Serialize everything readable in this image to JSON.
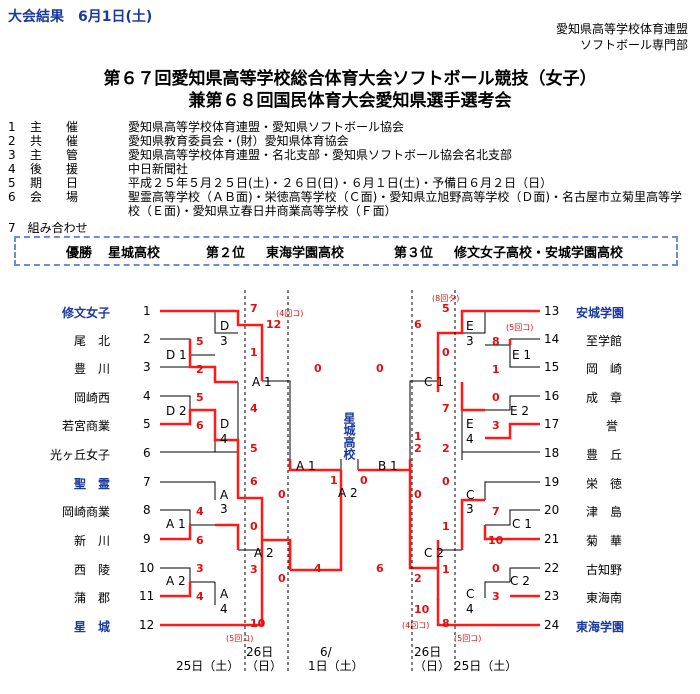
{
  "header": "大会結果　6月1日(土)",
  "organizer_lines": [
    "愛知県高等学校体育連盟",
    "ソフトボール専門部"
  ],
  "title_lines": [
    "第６７回愛知県高等学校総合体育大会ソフトボール競技（女子）",
    "兼第６８回国民体育大会愛知県選手選考会"
  ],
  "info": [
    {
      "num": "1",
      "label": "主　　催",
      "value": "愛知県高等学校体育連盟・愛知県ソフトボール協会"
    },
    {
      "num": "2",
      "label": "共　　催",
      "value": "愛知県教育委員会・(財）愛知県体育協会"
    },
    {
      "num": "3",
      "label": "主　　管",
      "value": "愛知県高等学校体育連盟・名北支部・愛知県ソフトボール協会名北支部"
    },
    {
      "num": "4",
      "label": "後　　援",
      "value": "中日新聞社"
    },
    {
      "num": "5",
      "label": "期　　日",
      "value": "平成２５年５月２５日(土)・２６日(日)・６月１日(土)・予備日６月２日（日）"
    },
    {
      "num": "6",
      "label": "会　　場",
      "value": "聖霊高等学校（ＡＢ面)・栄徳高等学校（Ｃ面)・愛知県立旭野高等学校（Ｄ面)・名古屋市立菊里高等学校（Ｅ面)・愛知県立春日井商業高等学校（Ｆ面）"
    }
  ],
  "combo_label": "7　組み合わせ",
  "result": {
    "win_label": "優勝",
    "win": "星城高校",
    "second_label": "第２位",
    "second": "東海学園高校",
    "third_label": "第３位",
    "third": "修文女子高校・安城学園高校"
  },
  "teams_left": [
    {
      "no": "1",
      "name": "修文女子",
      "highlight": true
    },
    {
      "no": "2",
      "name": "尾　北",
      "highlight": false
    },
    {
      "no": "3",
      "name": "豊　川",
      "highlight": false
    },
    {
      "no": "4",
      "name": "岡崎西",
      "highlight": false
    },
    {
      "no": "5",
      "name": "若宮商業",
      "highlight": false
    },
    {
      "no": "6",
      "name": "光ヶ丘女子",
      "highlight": false
    },
    {
      "no": "7",
      "name": "聖　霊",
      "highlight": true
    },
    {
      "no": "8",
      "name": "岡崎商業",
      "highlight": false
    },
    {
      "no": "9",
      "name": "新　川",
      "highlight": false
    },
    {
      "no": "10",
      "name": "西　陵",
      "highlight": false
    },
    {
      "no": "11",
      "name": "蒲　郡",
      "highlight": false
    },
    {
      "no": "12",
      "name": "星　城",
      "highlight": true
    }
  ],
  "teams_right": [
    {
      "no": "13",
      "name": "安城学園",
      "highlight": true
    },
    {
      "no": "14",
      "name": "至学館",
      "highlight": false
    },
    {
      "no": "15",
      "name": "岡　崎",
      "highlight": false
    },
    {
      "no": "16",
      "name": "成　章",
      "highlight": false
    },
    {
      "no": "17",
      "name": "誉",
      "highlight": false
    },
    {
      "no": "18",
      "name": "豊　丘",
      "highlight": false
    },
    {
      "no": "19",
      "name": "栄　徳",
      "highlight": false
    },
    {
      "no": "20",
      "name": "津　島",
      "highlight": false
    },
    {
      "no": "21",
      "name": "菊　華",
      "highlight": false
    },
    {
      "no": "22",
      "name": "古知野",
      "highlight": false
    },
    {
      "no": "23",
      "name": "東海南",
      "highlight": false
    },
    {
      "no": "24",
      "name": "東海学園",
      "highlight": true
    }
  ],
  "champion_vertical": "星城高校",
  "court_labels": {
    "d1": "D 1",
    "d2": "D 2",
    "d3": "D",
    "d3b": "3",
    "d4": "D",
    "d4b": "4",
    "a1": "A 1",
    "a1b": "A 1",
    "a2": "A 2",
    "a3": "A",
    "a3b": "3",
    "a4": "A",
    "a4b": "4",
    "a2f": "A 2",
    "a1f": "A 1",
    "a2s": "A 2",
    "e1": "E 1",
    "e2": "E 2",
    "e3": "E",
    "e3b": "3",
    "e4": "E",
    "e4b": "4",
    "c1": "C 1",
    "c2": "C 2",
    "c3": "C",
    "c3b": "3",
    "c4": "C",
    "c4b": "4",
    "c1f": "C 1",
    "c2f": "C 2",
    "b1": "B 1"
  },
  "notes": {
    "l4k": "(4回コ)",
    "r8y": "(8回タ)",
    "r5k": "(5回コ)",
    "l5k": "(5回コ)",
    "r4k": "(4回コ)",
    "r5k2": "(5回コ)"
  },
  "dates": {
    "d25a": "25日（土）",
    "d26a": "26日",
    "d26a2": "（日）",
    "d61a": "6/",
    "d61b": "1日（土）",
    "d26b": "26日",
    "d26b2": "（日）",
    "d25b": "25日（土）"
  }
}
